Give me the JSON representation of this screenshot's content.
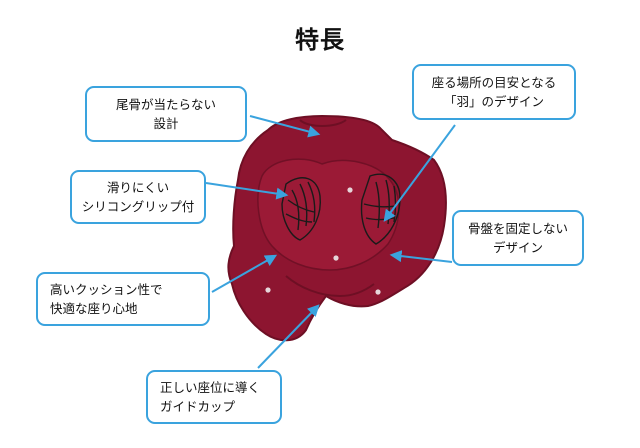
{
  "title": "特長",
  "colors": {
    "cushion": "#8d1530",
    "cushion_dark": "#6e0f24",
    "callout_border": "#3aa3de",
    "arrow": "#3aa3de"
  },
  "callouts": {
    "tailbone": {
      "lines": [
        "尾骨が当たらない",
        "設計"
      ]
    },
    "seat_wings": {
      "lines": [
        "座る場所の目安となる",
        "「羽」のデザイン"
      ]
    },
    "grip": {
      "lines": [
        "滑りにくい",
        "シリコングリップ付"
      ]
    },
    "pelvis": {
      "lines": [
        "骨盤を固定しない",
        "デザイン"
      ]
    },
    "cushion": {
      "lines": [
        "高いクッション性で",
        "快適な座り心地"
      ]
    },
    "guide_cup": {
      "lines": [
        "正しい座位に導く",
        "ガイドカップ"
      ]
    }
  }
}
